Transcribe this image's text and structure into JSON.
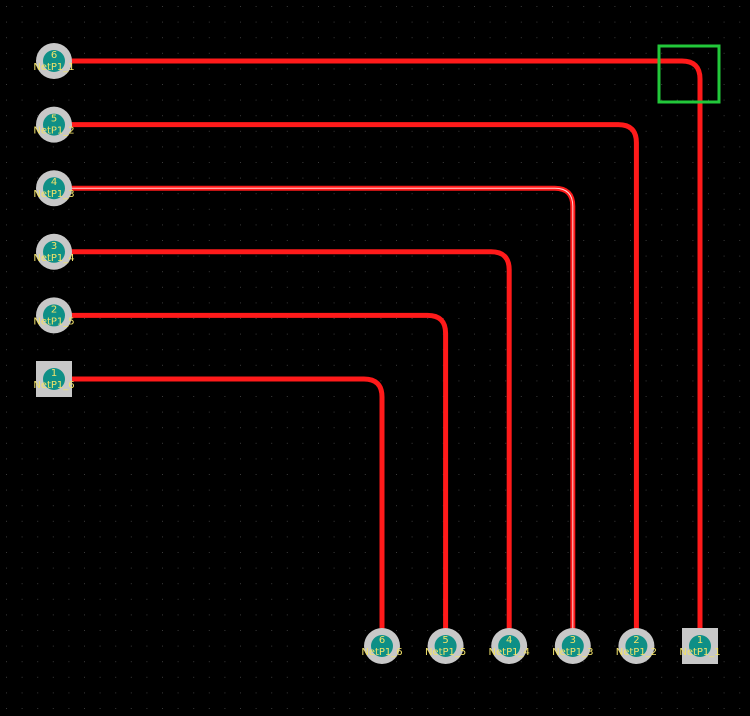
{
  "colors": {
    "background": "#000000",
    "grid_dot": "#3a3a3a",
    "trace": "#ff1a1a",
    "trace_highlight": "#ffffff",
    "pad_ring": "#c8c8c8",
    "pad_center": "#0e8f86",
    "pad_text": "#f2e36a",
    "selection": "#22c83a"
  },
  "left_pads": [
    {
      "num": "6",
      "net": "NetP1_1",
      "shape": "round"
    },
    {
      "num": "5",
      "net": "NetP1_2",
      "shape": "round"
    },
    {
      "num": "4",
      "net": "NetP1_3",
      "shape": "round"
    },
    {
      "num": "3",
      "net": "NetP1_4",
      "shape": "round"
    },
    {
      "num": "2",
      "net": "NetP1_5",
      "shape": "round"
    },
    {
      "num": "1",
      "net": "NetP1_6",
      "shape": "square"
    }
  ],
  "bottom_pads": [
    {
      "num": "6",
      "net": "NetP1_6",
      "shape": "round"
    },
    {
      "num": "5",
      "net": "NetP1_5",
      "shape": "round"
    },
    {
      "num": "4",
      "net": "NetP1_4",
      "shape": "round"
    },
    {
      "num": "3",
      "net": "NetP1_3",
      "shape": "round"
    },
    {
      "num": "2",
      "net": "NetP1_2",
      "shape": "round"
    },
    {
      "num": "1",
      "net": "NetP1_1",
      "shape": "square"
    }
  ]
}
